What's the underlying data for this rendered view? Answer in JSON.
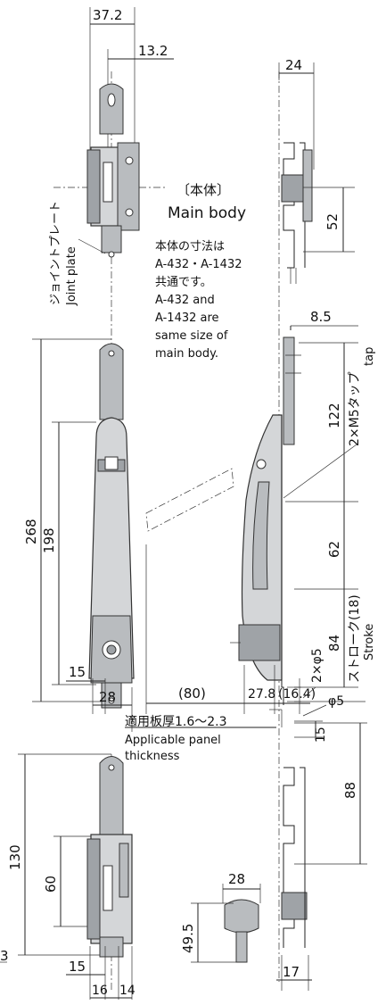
{
  "title": {
    "ja": "〔本体〕",
    "en": "Main body"
  },
  "note": {
    "lines": [
      "本体の寸法は",
      "A-432・A-1432",
      "共通です。",
      "A-432 and",
      "A-1432 are",
      "same size of",
      "main body."
    ]
  },
  "labels": {
    "joint_plate_ja": "ジョイントプレート",
    "joint_plate_en": "Joint plate",
    "tap_ja": "2×M5タップ",
    "tap_en": "tap",
    "stroke_ja": "ストローク(18)",
    "stroke_en": "Stroke",
    "hole": "2×φ5",
    "panel_ja": "適用板厚1.6～2.3",
    "panel_en1": "Applicable panel",
    "panel_en2": "thickness",
    "hole_small": "φ5"
  },
  "dimensions": {
    "top_width": "37.2",
    "top_offset": "13.2",
    "side_top_width": "24",
    "side_height_52": "52",
    "side_8_5": "8.5",
    "side_122": "122",
    "side_62": "62",
    "side_84": "84",
    "total_268": "268",
    "inner_198": "198",
    "bottom_15": "15",
    "bottom_28": "28",
    "panel_80": "(80)",
    "panel_27_8": "27.8",
    "panel_16_4": "(16.4)",
    "lower_130": "130",
    "lower_60": "60",
    "lower_15": "15",
    "lower_16": "16",
    "lower_14": "14",
    "lower_right_15": "15",
    "lower_right_88": "88",
    "lower_right_17": "17",
    "key_28": "28",
    "key_49_5": "49.5",
    "edge_fragment": "3"
  },
  "colors": {
    "body": "#d4d6d8",
    "dark": "#9fa3a7",
    "line": "#222222"
  }
}
